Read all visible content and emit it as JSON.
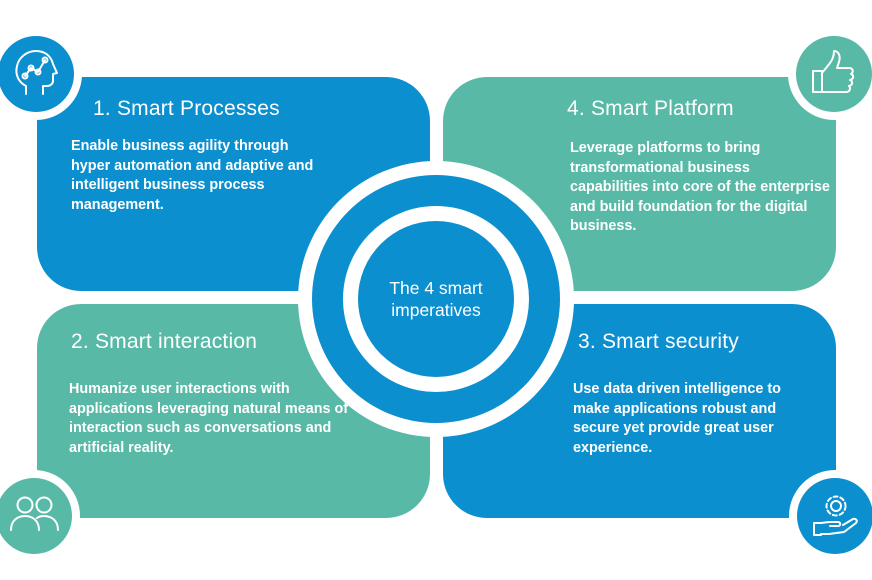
{
  "center": {
    "line1": "The 4 smart",
    "line2": "imperatives"
  },
  "quadrants": [
    {
      "title": "1. Smart Processes",
      "body": "Enable business agility through hyper automation and adaptive and intelligent business process management.",
      "icon": "head-network-icon"
    },
    {
      "title": "2. Smart interaction",
      "body": "Humanize user interactions with applications leveraging natural means of interaction such as conversations and artificial reality.",
      "icon": "users-icon"
    },
    {
      "title": "3. Smart security",
      "body": "Use data driven intelligence to make applications robust and secure yet provide great user experience.",
      "icon": "hand-gear-icon"
    },
    {
      "title": "4. Smart Platform",
      "body": "Leverage platforms to bring transformational business capabilities into core of the enterprise and build foundation for the digital business.",
      "icon": "thumbs-up-icon"
    }
  ],
  "colors": {
    "blue": "#0b8fce",
    "green": "#58b9a6",
    "white": "#ffffff"
  }
}
